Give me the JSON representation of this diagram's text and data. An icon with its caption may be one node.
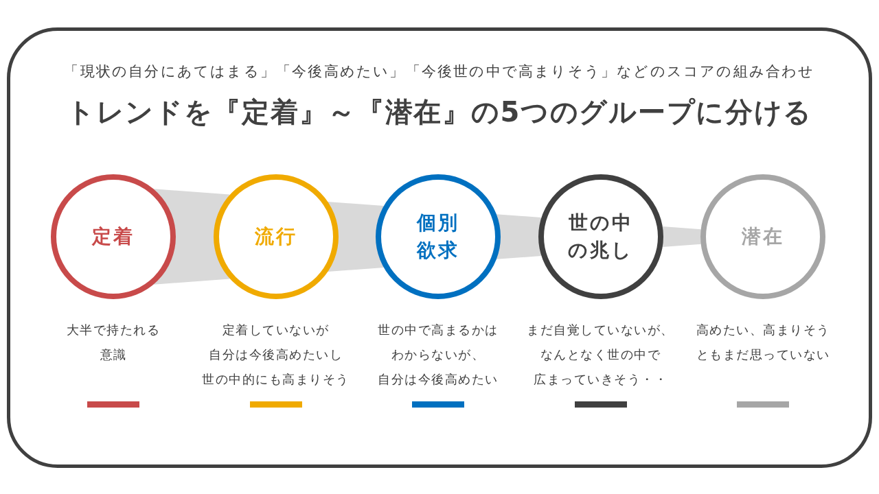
{
  "diagram": {
    "title": "トレンドを『定着』～『潜在』の5つのグループに分ける",
    "nodes": [
      {
        "text": [
          "定着"
        ],
        "beside": [
          "大半で持たれる意識"
        ]
      },
      {
        "text": [
          "流行"
        ],
        "beside": [
          "定着していないが自分は今後高めたいし世の中的にも高まりそう"
        ]
      },
      {
        "text": [
          "個別欲求"
        ],
        "beside": [
          "世の中で高まるかはわからないが、自分は今後高めたい"
        ]
      },
      {
        "text": [
          "世の中の兆し"
        ],
        "beside": [
          "まだ自覚していないが、なんとなく世の中で広まっていきそう・・"
        ]
      },
      {
        "text": [
          "潜在"
        ],
        "beside": [
          "高めたい、高まりそうともまだ思っていない"
        ]
      }
    ],
    "edges": [
      {
        "from": 0,
        "to": 1,
        "arrow": "none"
      },
      {
        "from": 1,
        "to": 2,
        "arrow": "none"
      },
      {
        "from": 2,
        "to": 3,
        "arrow": "none"
      },
      {
        "from": 3,
        "to": 4,
        "arrow": "none"
      }
    ],
    "labels": [
      "「現状の自分にあてはまる」「今後高めたい」「今後世の中で高まりそう」などのスコアの組み合わせ"
    ]
  }
}
